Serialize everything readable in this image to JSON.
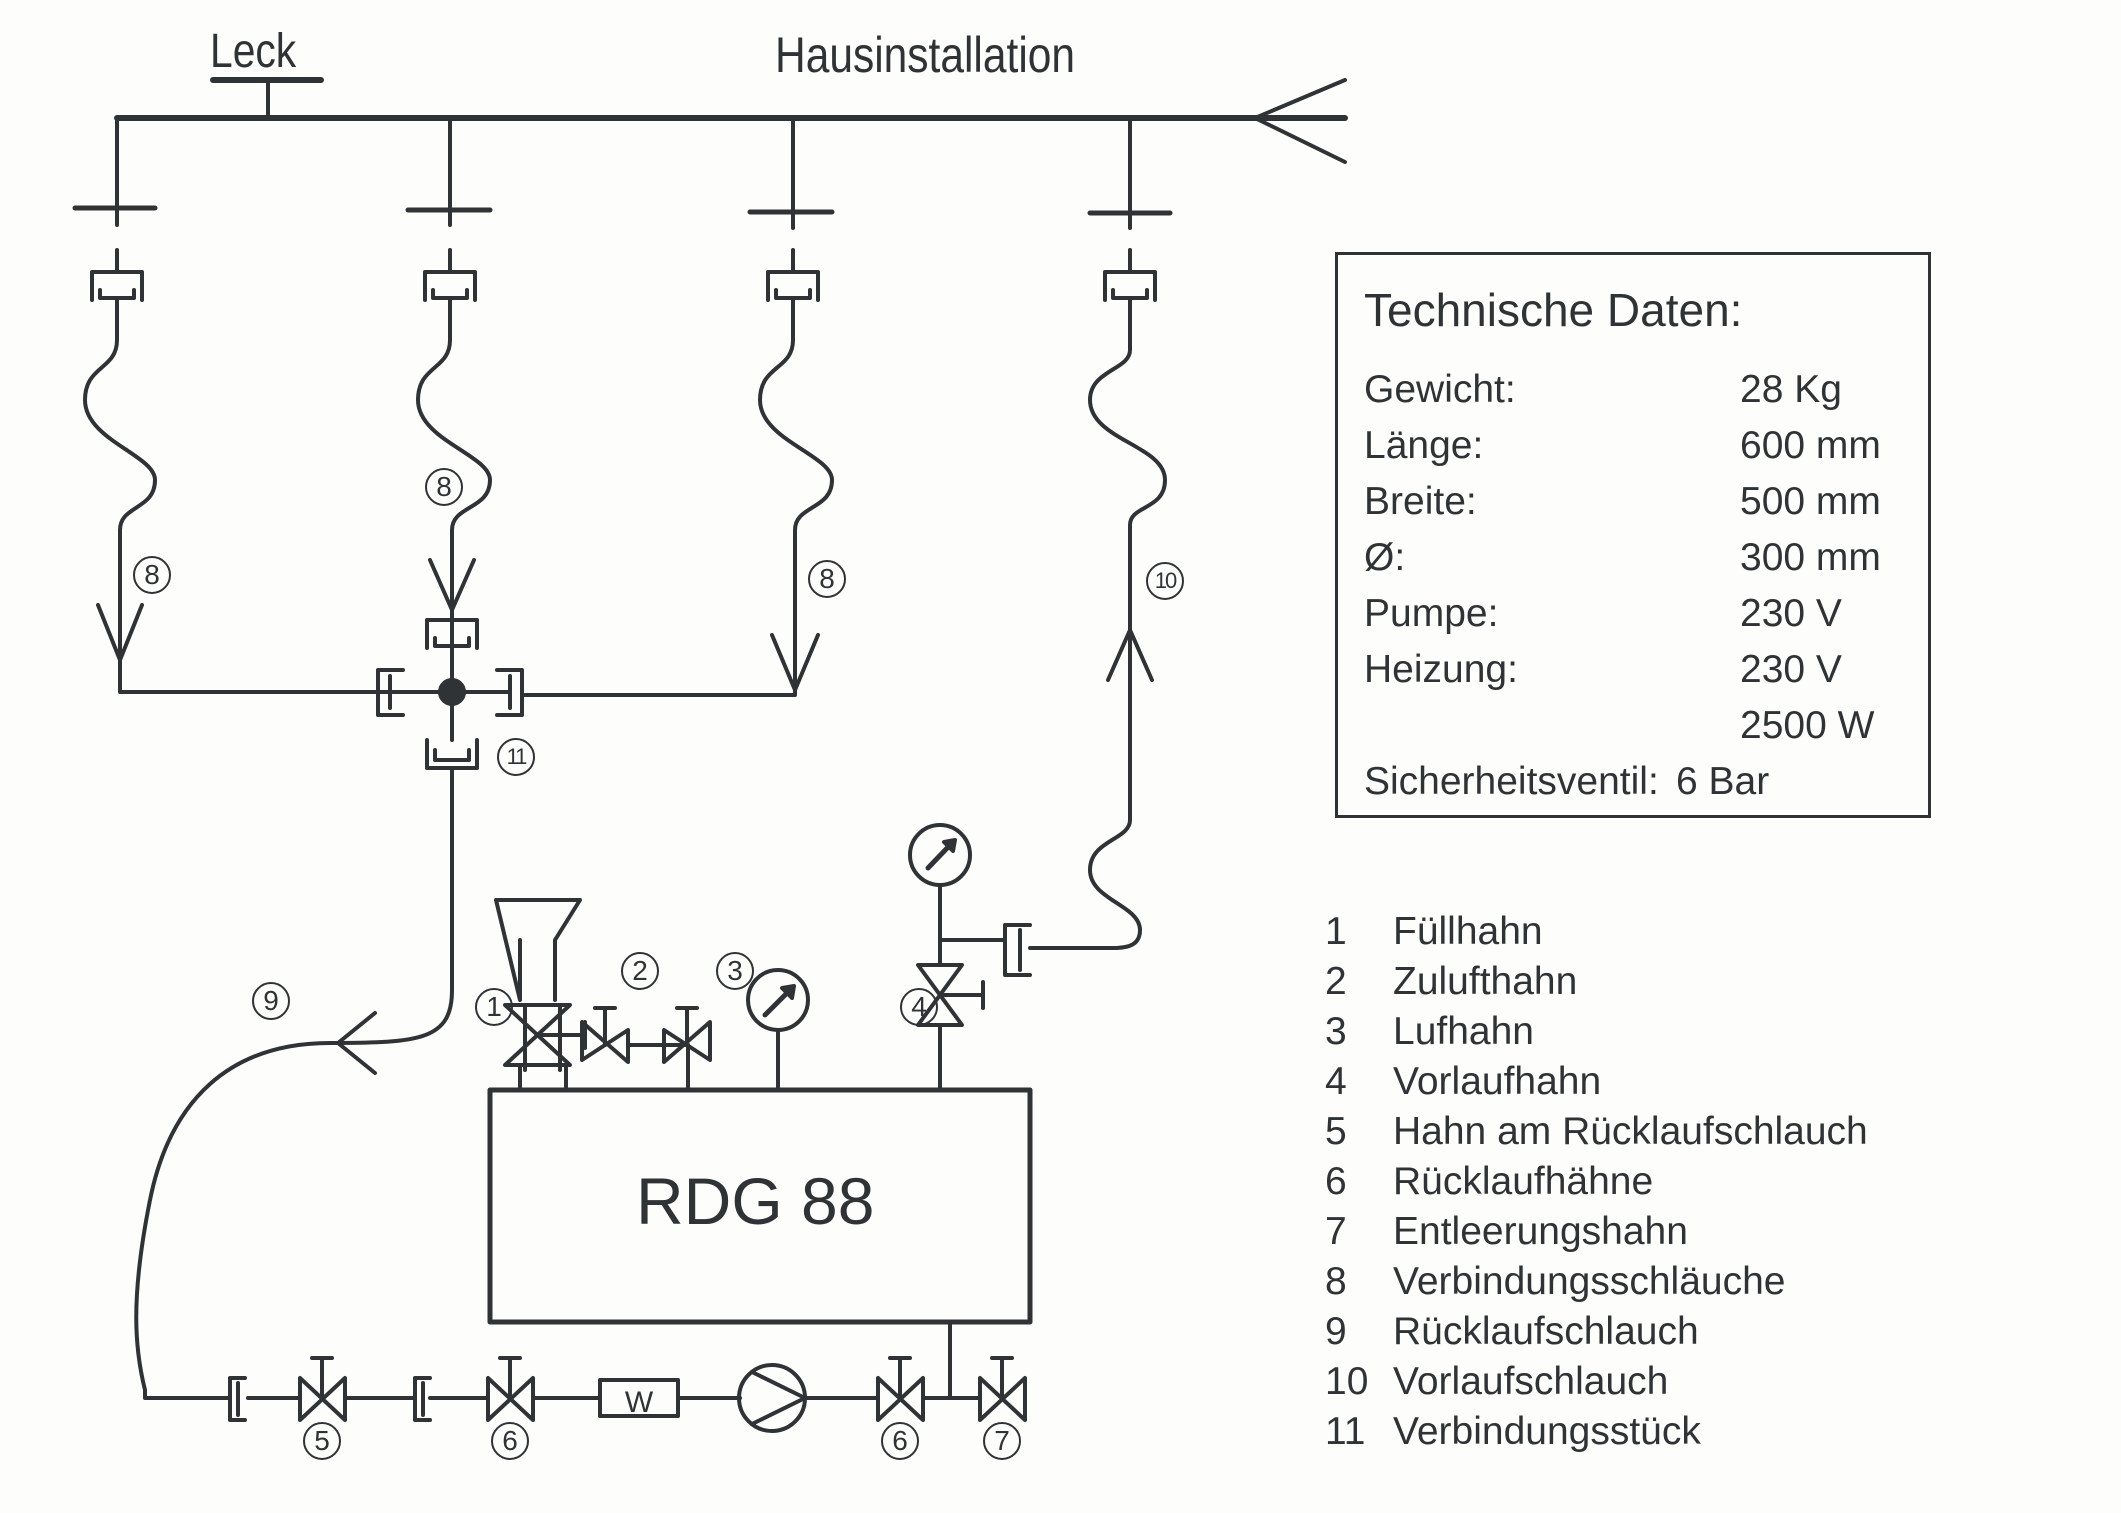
{
  "labels": {
    "leak": "Leck",
    "house_installation": "Hausinstallation",
    "unit": "RDG 88"
  },
  "technical_data": {
    "title": "Technische Daten:",
    "rows": [
      {
        "label": "Gewicht:",
        "value": "28 Kg"
      },
      {
        "label": "Länge:",
        "value": "600 mm"
      },
      {
        "label": "Breite:",
        "value": "500 mm"
      },
      {
        "label": "Ø:",
        "value": "300 mm"
      },
      {
        "label": "Pumpe:",
        "value": "230 V"
      },
      {
        "label": "Heizung:",
        "value": "230 V"
      },
      {
        "label": "",
        "value": "2500 W"
      },
      {
        "label": "Sicherheitsventil:",
        "value": "6 Bar"
      }
    ]
  },
  "legend": [
    {
      "num": "1",
      "label": "Füllhahn"
    },
    {
      "num": "2",
      "label": "Zulufthahn"
    },
    {
      "num": "3",
      "label": "Lufhahn"
    },
    {
      "num": "4",
      "label": "Vorlaufhahn"
    },
    {
      "num": "5",
      "label": "Hahn am Rücklaufschlauch"
    },
    {
      "num": "6",
      "label": "Rücklaufhähne"
    },
    {
      "num": "7",
      "label": "Entleerungshahn"
    },
    {
      "num": "8",
      "label": "Verbindungsschläuche"
    },
    {
      "num": "9",
      "label": "Rücklaufschlauch"
    },
    {
      "num": "10",
      "label": "Vorlaufschlauch"
    },
    {
      "num": "11",
      "label": "Verbindungsstück"
    }
  ],
  "callouts": {
    "hose_left": "8",
    "hose_middle": "8",
    "hose_right": "8",
    "connector": "11",
    "return_hose": "9",
    "flow_hose": "10",
    "fill_valve": "1",
    "air_in_valve": "2",
    "air_valve": "3",
    "flow_valve": "4",
    "return_hose_valve": "5",
    "return_valve_a": "6",
    "return_valve_b": "6",
    "drain_valve": "7"
  },
  "components": {
    "heater_symbol": "W"
  },
  "colors": {
    "ink": "#2f3336",
    "paper": "#fdfdfb"
  }
}
